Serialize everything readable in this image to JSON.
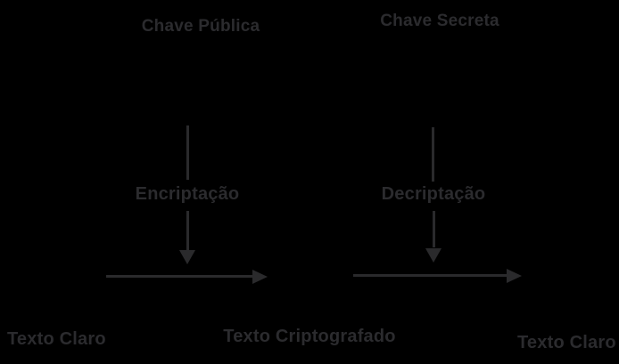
{
  "diagram": {
    "top_labels": {
      "public_key": "Chave Pública",
      "secret_key": "Chave Secreta"
    },
    "process_labels": {
      "encryption": "Encriptação",
      "decryption": "Decriptação"
    },
    "bottom_labels": {
      "plaintext_left": "Texto Claro",
      "ciphertext": "Texto Criptografado",
      "plaintext_right": "Texto Claro"
    },
    "colors": {
      "background": "#000000",
      "text": "#2b2b2e",
      "arrow": "#2a2a2c"
    }
  }
}
